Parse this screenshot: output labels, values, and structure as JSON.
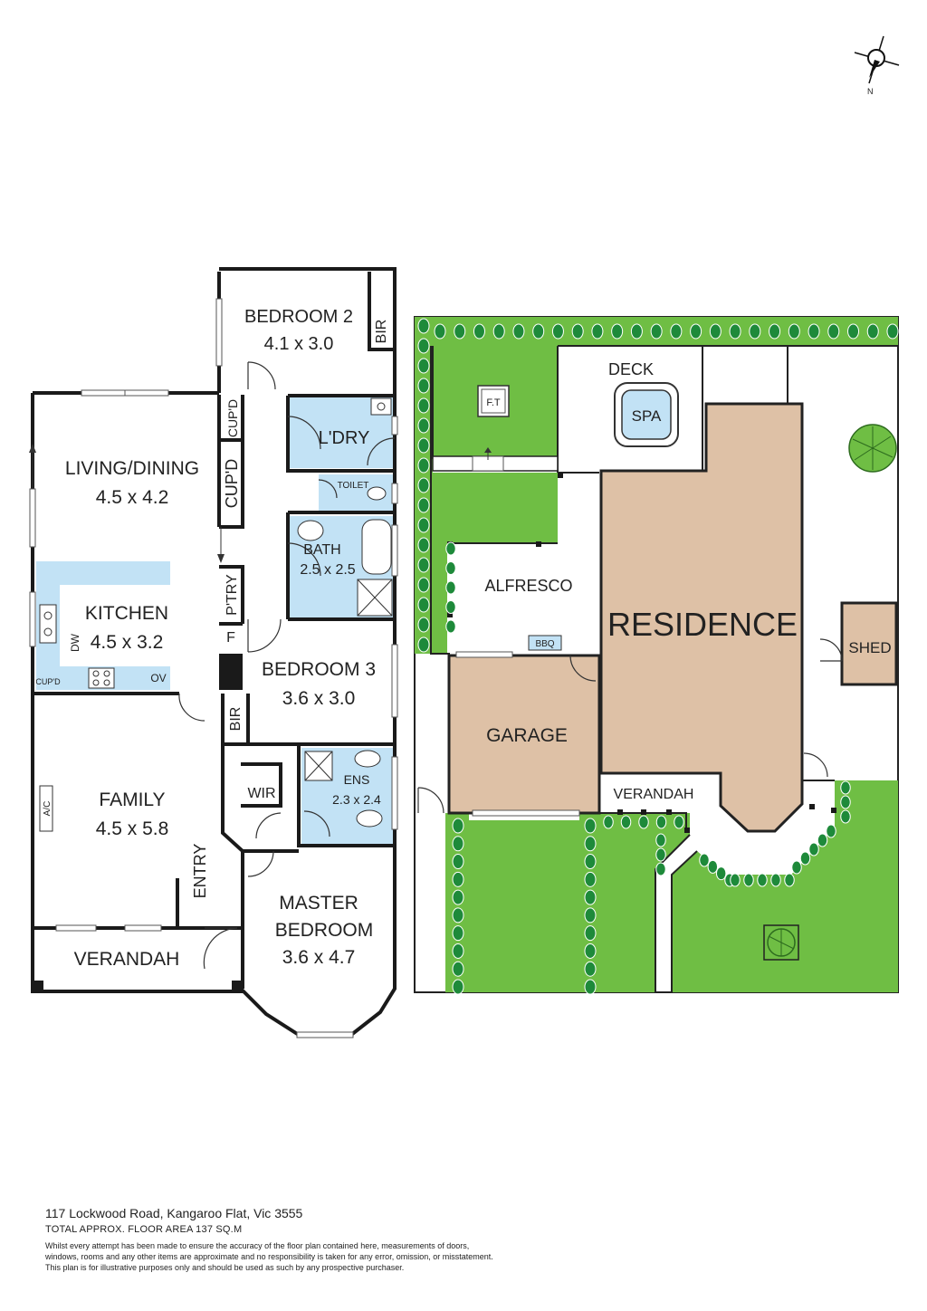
{
  "compass": {
    "label": "N"
  },
  "rooms": {
    "bedroom2": {
      "name": "BEDROOM 2",
      "size": "4.1 x 3.0"
    },
    "bir_top": "BIR",
    "cupd_a": "CUP'D",
    "cupd_b": "CUP'D",
    "laundry": "L'DRY",
    "toilet": "TOILET",
    "bath": {
      "name": "BATH",
      "size": "2.5 x 2.5"
    },
    "living": {
      "name": "LIVING/DINING",
      "size": "4.5 x 4.2"
    },
    "kitchen": {
      "name": "KITCHEN",
      "size": "4.5 x 3.2"
    },
    "pantry": "P'TRY",
    "fridge": "F",
    "dw": "DW",
    "cupd_small": "CUP'D",
    "oven": "OV",
    "bedroom3": {
      "name": "BEDROOM 3",
      "size": "3.6 x 3.0"
    },
    "bir_mid": "BIR",
    "family": {
      "name": "FAMILY",
      "size": "4.5 x 5.8"
    },
    "ac": "A/C",
    "wir": "WIR",
    "ens": {
      "name": "ENS",
      "size": "2.3 x 2.4"
    },
    "entry": "ENTRY",
    "master": {
      "name_1": "MASTER",
      "name_2": "BEDROOM",
      "size": "3.6 x 4.7"
    },
    "verandah_front": "VERANDAH"
  },
  "site": {
    "ft": "F.T",
    "deck": "DECK",
    "spa": "SPA",
    "alfresco": "ALFRESCO",
    "bbq": "BBQ",
    "residence": "RESIDENCE",
    "shed": "SHED",
    "garage": "GARAGE",
    "verandah": "VERANDAH"
  },
  "colors": {
    "wet_area": "#c2e2f5",
    "lawn": "#6fbe44",
    "building": "#dec1a6",
    "wall": "#1a1a1a"
  },
  "footer": {
    "address": "117 Lockwood Road, Kangaroo Flat, Vic 3555",
    "area": "TOTAL APPROX. FLOOR AREA 137 SQ.M",
    "disclaimer_1": "Whilst every attempt has been made to ensure the accuracy of the floor plan contained here, measurements of doors,",
    "disclaimer_2": "windows, rooms and any other items are approximate and no responsibility is taken for any error, omission, or misstatement.",
    "disclaimer_3": "This plan is for illustrative purposes only and should be used as such by any prospective purchaser."
  }
}
